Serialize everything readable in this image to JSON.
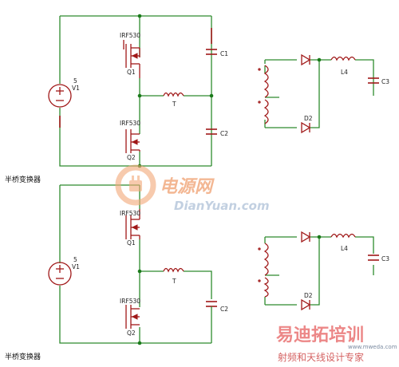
{
  "top": {
    "source_value": "5",
    "source_name": "V1",
    "q1_model": "IRF530",
    "q1_name": "Q1",
    "q2_model": "IRF530",
    "q2_name": "Q2",
    "c1": "C1",
    "c2": "C2",
    "transformer": "T",
    "inductor": "L4",
    "c3": "C3",
    "diode": "D2",
    "caption": "半桥变换器"
  },
  "bottom": {
    "source_value": "5",
    "source_name": "V1",
    "q1_model": "IRF530",
    "q1_name": "Q1",
    "q2_model": "IRF530",
    "q2_name": "Q2",
    "c2": "C2",
    "transformer": "T",
    "inductor": "L4",
    "c3": "C3",
    "diode": "D2",
    "caption": "半桥变换器"
  },
  "watermarks": {
    "site_cn": "电源网",
    "site_en": "DianYuan.com",
    "training_cn": "易迪拓培训",
    "training_sub": "射频和天线设计专家",
    "training_url": "www.mweda.com"
  },
  "colors": {
    "wire": "#2e8b2e",
    "component": "#a01818",
    "watermark_orange": "#f0a070"
  }
}
